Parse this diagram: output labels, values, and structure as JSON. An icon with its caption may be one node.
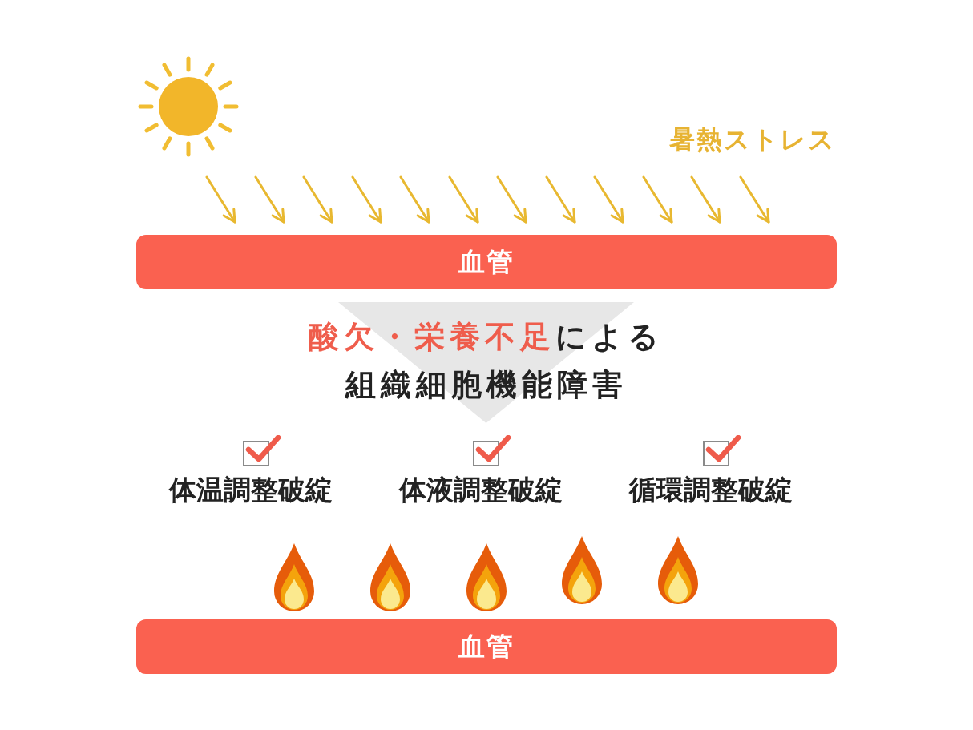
{
  "diagram": {
    "nodes": [
      {
        "text": [
          "血管"
        ]
      },
      {
        "text": [
          "**酸欠・栄養不足**による組織細胞機能障害"
        ]
      },
      {
        "text": [
          "血管"
        ]
      }
    ],
    "labels": [
      "暑熱ストレス",
      "体温調整破綻",
      "体液調整破綻",
      "循環調整破綻"
    ]
  }
}
